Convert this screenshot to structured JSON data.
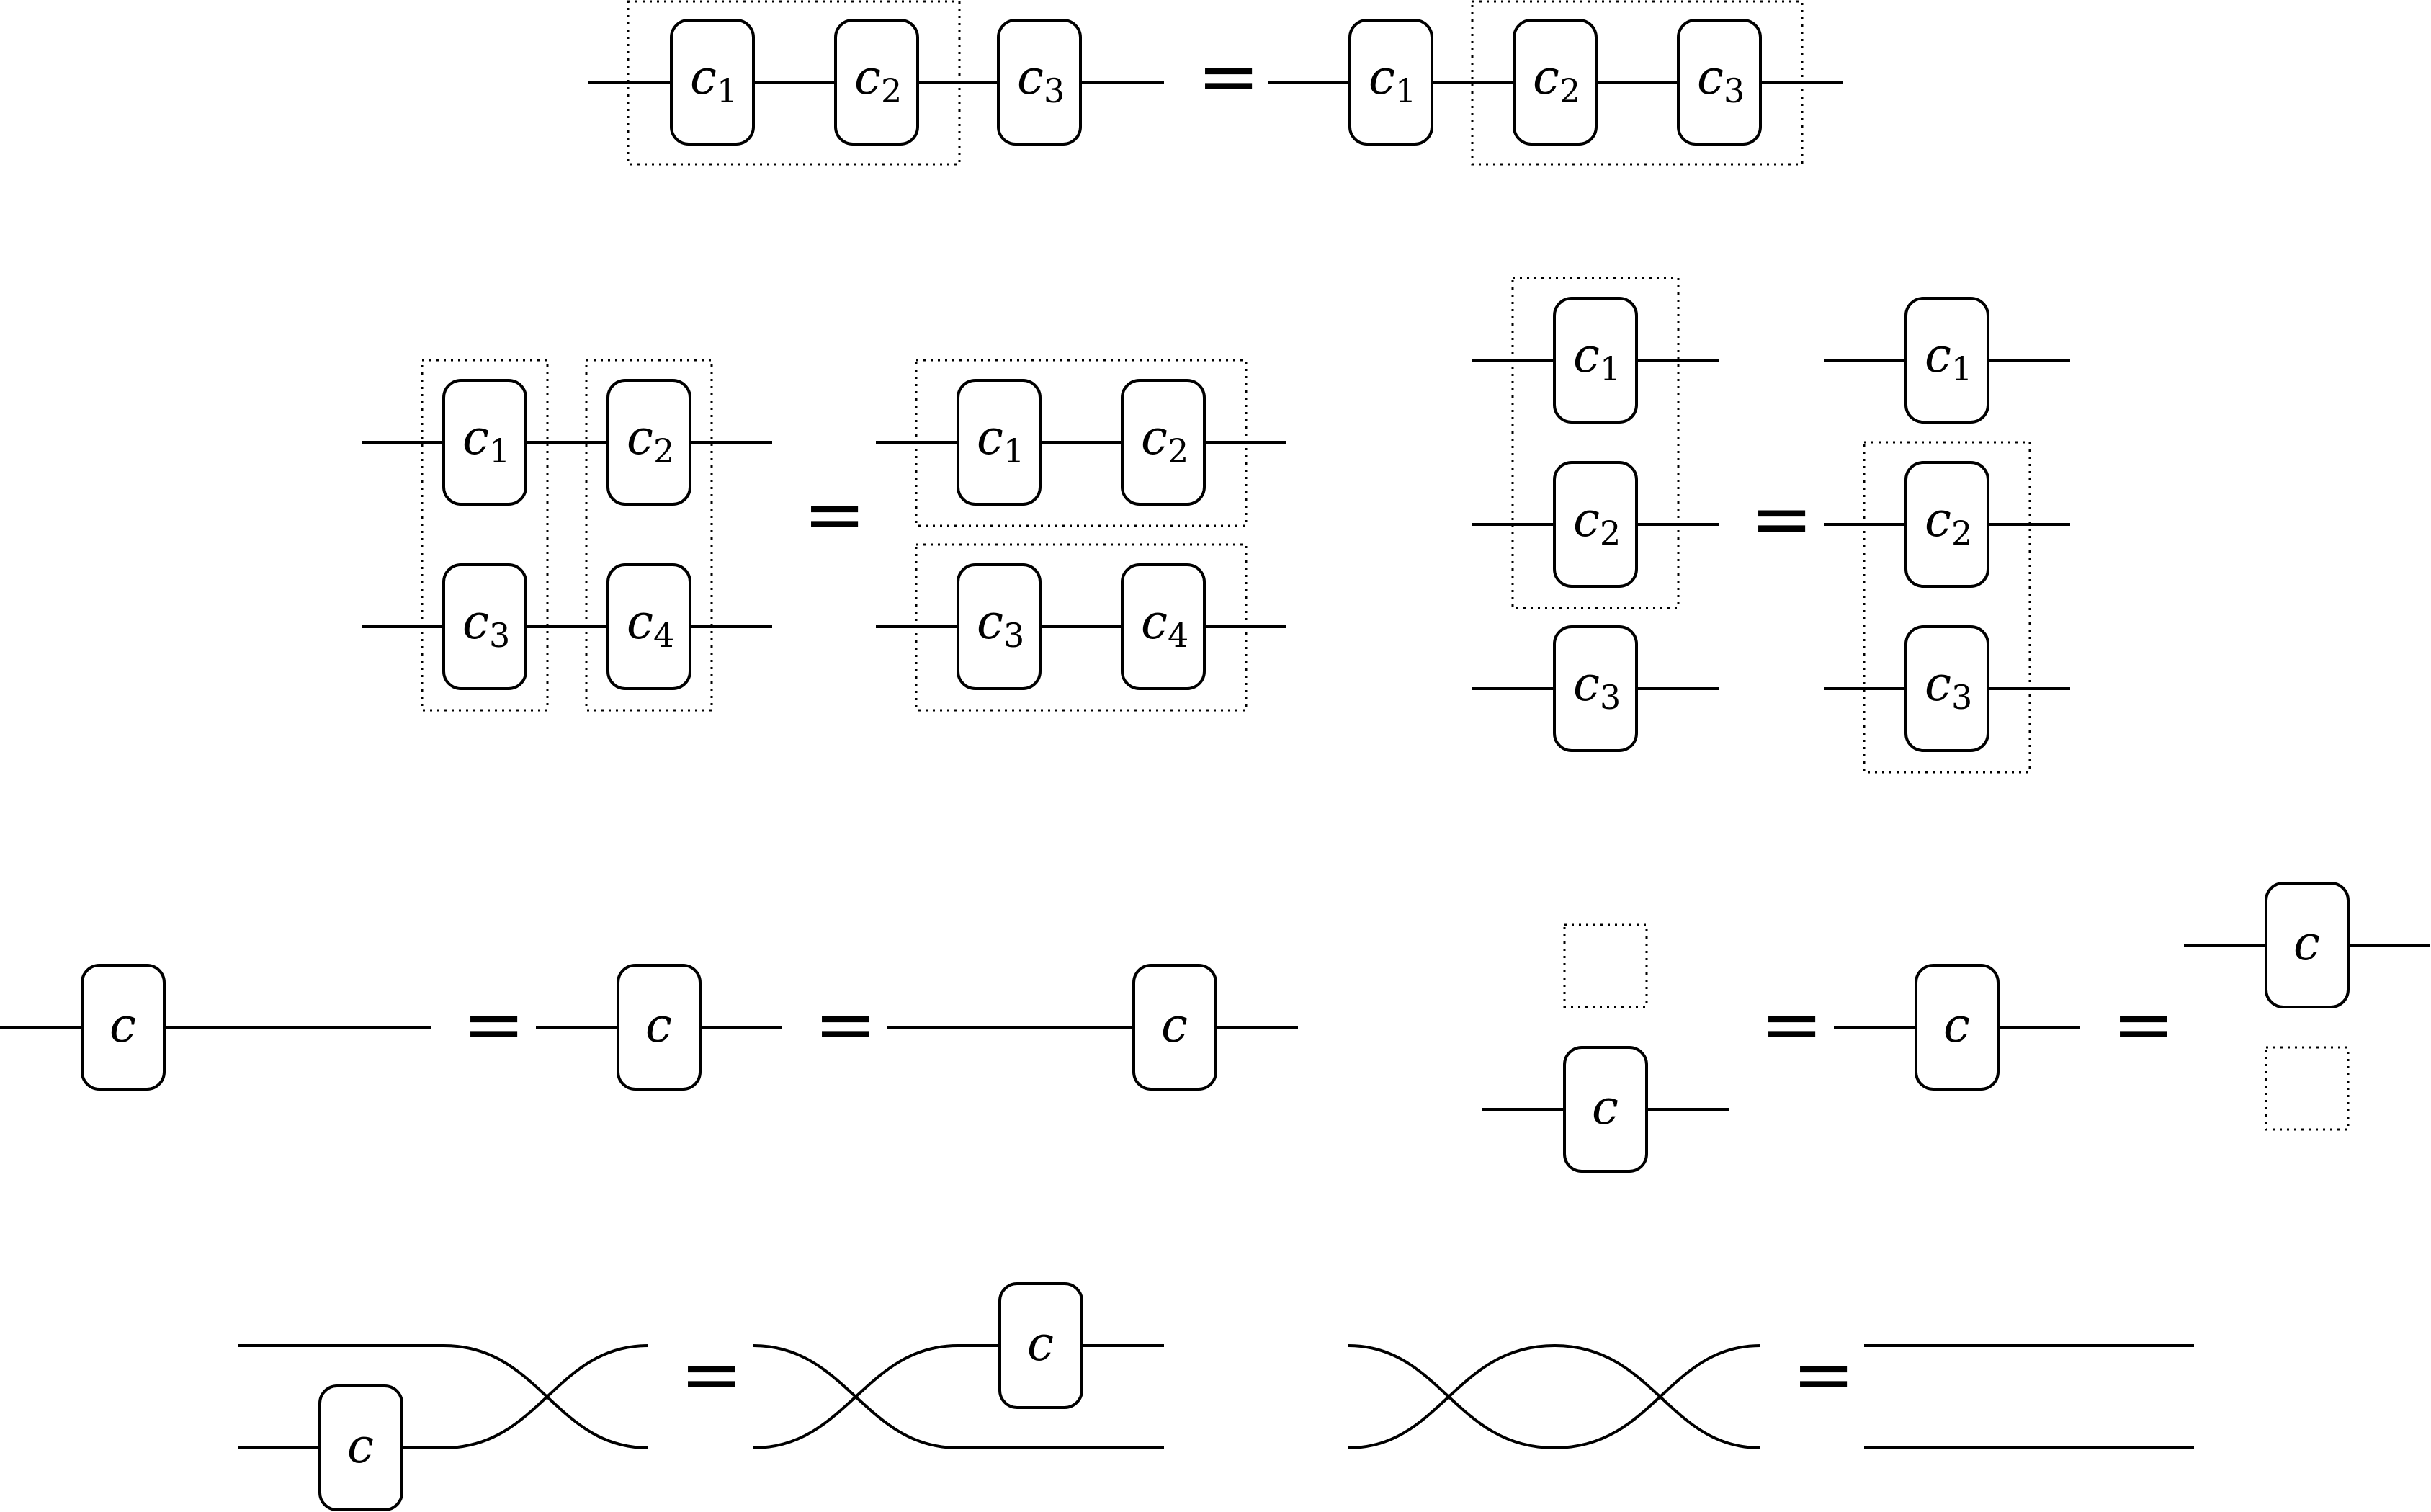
{
  "symbols": {
    "equals": "=",
    "c": "c",
    "c1_sub": "1",
    "c2_sub": "2",
    "c3_sub": "3",
    "c4_sub": "4"
  },
  "colors": {
    "stroke": "#000000",
    "background": "#ffffff"
  }
}
